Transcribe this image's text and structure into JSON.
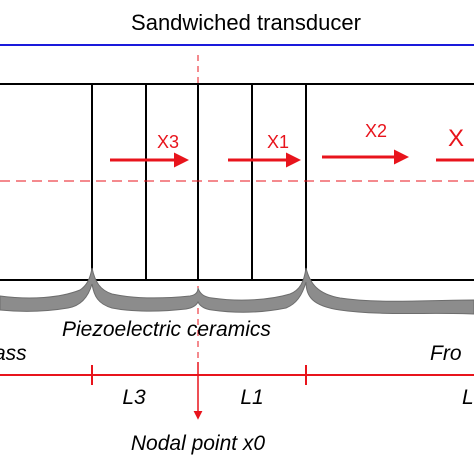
{
  "title": "Sandwiched transducer",
  "group_label": "Piezoelectric ceramics",
  "left_label": "ass",
  "right_label": "Fro",
  "nodal_label": "Nodal point x0",
  "arrows": {
    "x3": "X3",
    "x1": "X1",
    "x2": "X2",
    "x_partial": "X"
  },
  "lengths": {
    "l3": "L3",
    "l1": "L1",
    "l_partial": "L"
  },
  "colors": {
    "accent_red": "#e8141c",
    "title_line_blue": "#1a1adb",
    "outline": "#000000",
    "brace_gray": "#8c8c8c"
  }
}
